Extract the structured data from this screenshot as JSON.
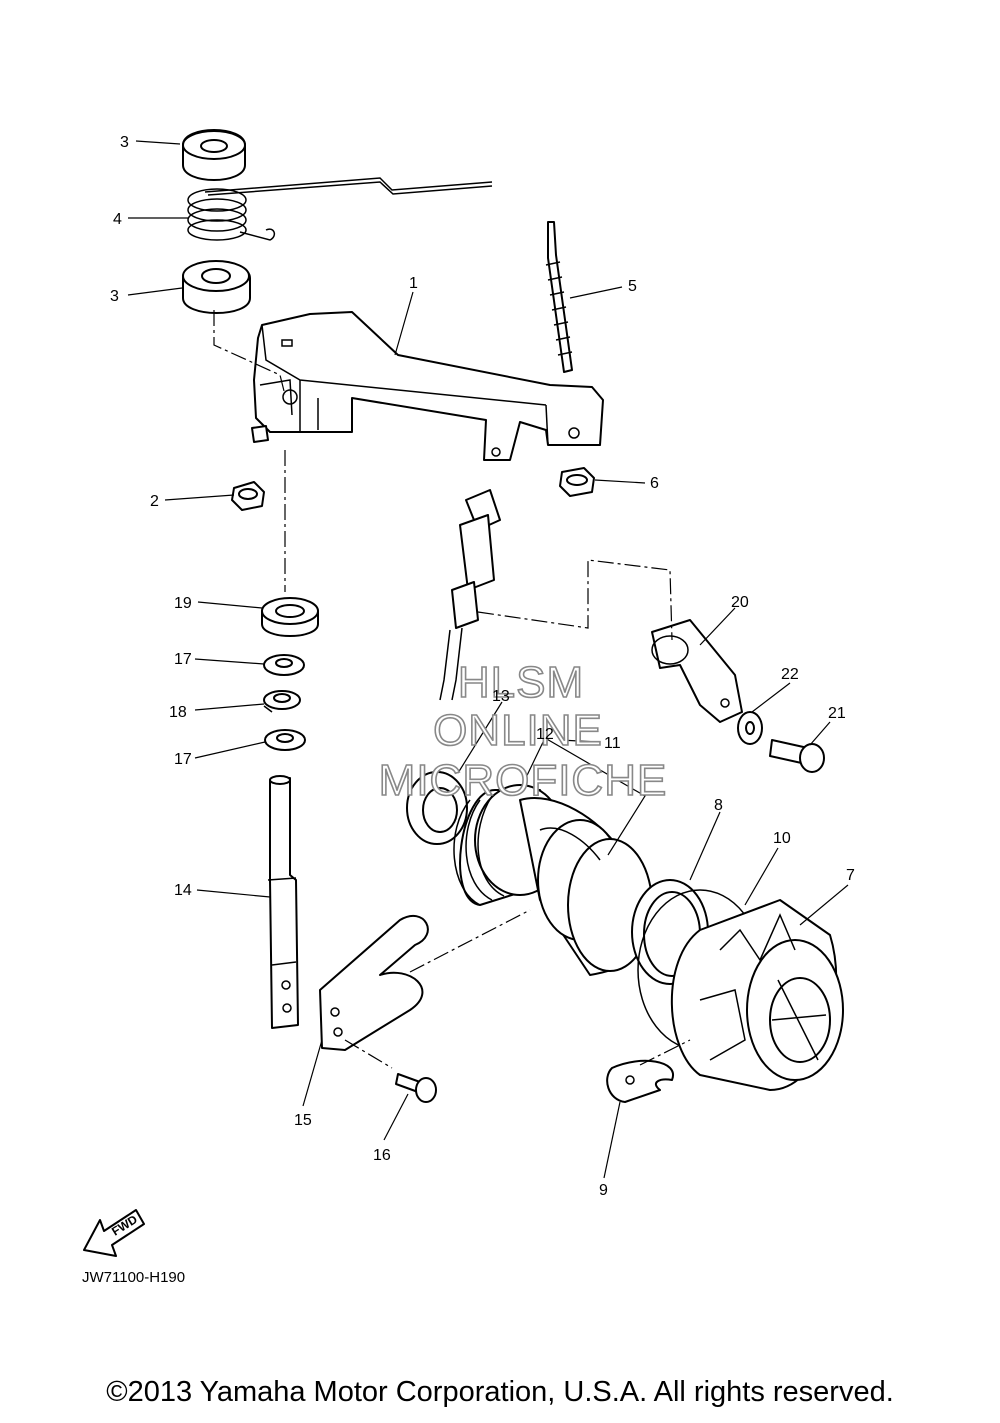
{
  "callouts": [
    "1",
    "2",
    "3",
    "3",
    "4",
    "5",
    "6",
    "7",
    "8",
    "9",
    "10",
    "11",
    "12",
    "13",
    "14",
    "15",
    "16",
    "17",
    "17",
    "18",
    "19",
    "20",
    "21",
    "22"
  ],
  "diagram_code": "JW71100-H190",
  "fwd_label": "FWD",
  "watermark": {
    "line1": "HLSM",
    "line2": "ONLINE",
    "line3": "MICROFICHE"
  },
  "copyright": "©2013 Yamaha Motor Corporation, U.S.A. All rights reserved."
}
